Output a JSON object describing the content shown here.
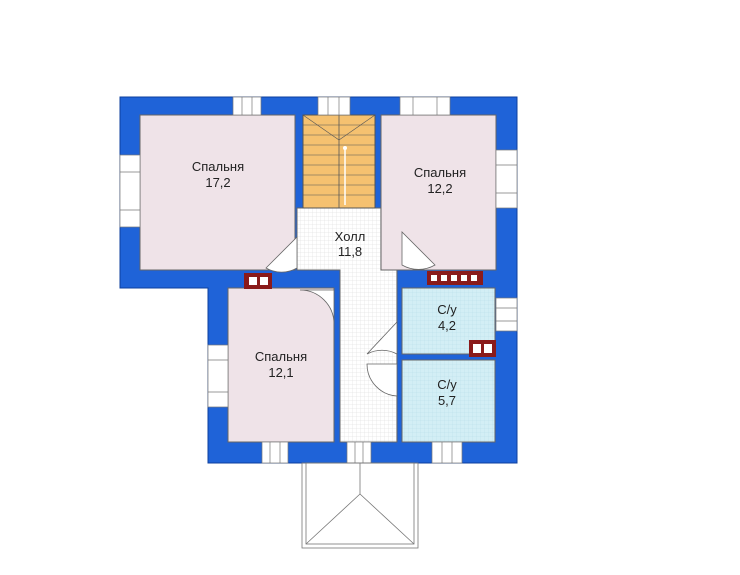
{
  "rooms": [
    {
      "id": "bedroom-1",
      "name": "Спальня",
      "area": "17,2"
    },
    {
      "id": "bedroom-2",
      "name": "Спальня",
      "area": "12,2"
    },
    {
      "id": "hall",
      "name": "Холл",
      "area": "11,8"
    },
    {
      "id": "bedroom-3",
      "name": "Спальня",
      "area": "12,1"
    },
    {
      "id": "bathroom-1",
      "name": "С/у",
      "area": "4,2"
    },
    {
      "id": "bathroom-2",
      "name": "С/у",
      "area": "5,7"
    }
  ],
  "colors": {
    "wall": "#1f63d8",
    "bedroom": "#efe3e8",
    "wet_room": "#d3eef5",
    "hall": "#ffffff",
    "stair": "#f5c170",
    "chimney": "#8a1a1a"
  }
}
